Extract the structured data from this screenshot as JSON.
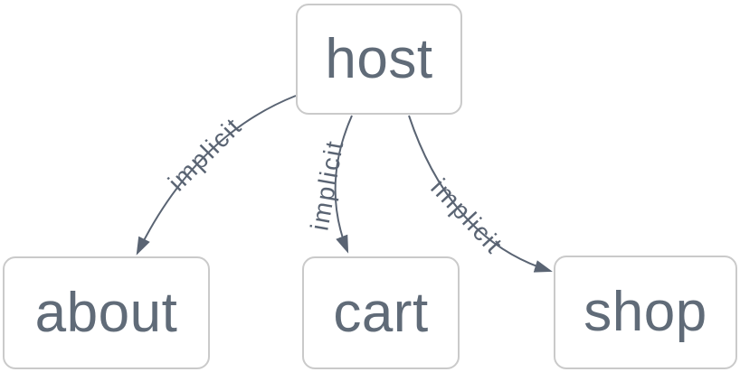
{
  "diagram": {
    "nodes": [
      {
        "id": "host",
        "label": "host"
      },
      {
        "id": "about",
        "label": "about"
      },
      {
        "id": "cart",
        "label": "cart"
      },
      {
        "id": "shop",
        "label": "shop"
      }
    ],
    "edges": [
      {
        "from": "host",
        "to": "about",
        "label": "implicit"
      },
      {
        "from": "host",
        "to": "cart",
        "label": "implicit"
      },
      {
        "from": "host",
        "to": "shop",
        "label": "implicit"
      }
    ],
    "colors": {
      "background": "#ffffff",
      "node_fill": "#ffffff",
      "node_border": "#cacaca",
      "node_text": "#606b78",
      "edge": "#5a6473"
    }
  }
}
